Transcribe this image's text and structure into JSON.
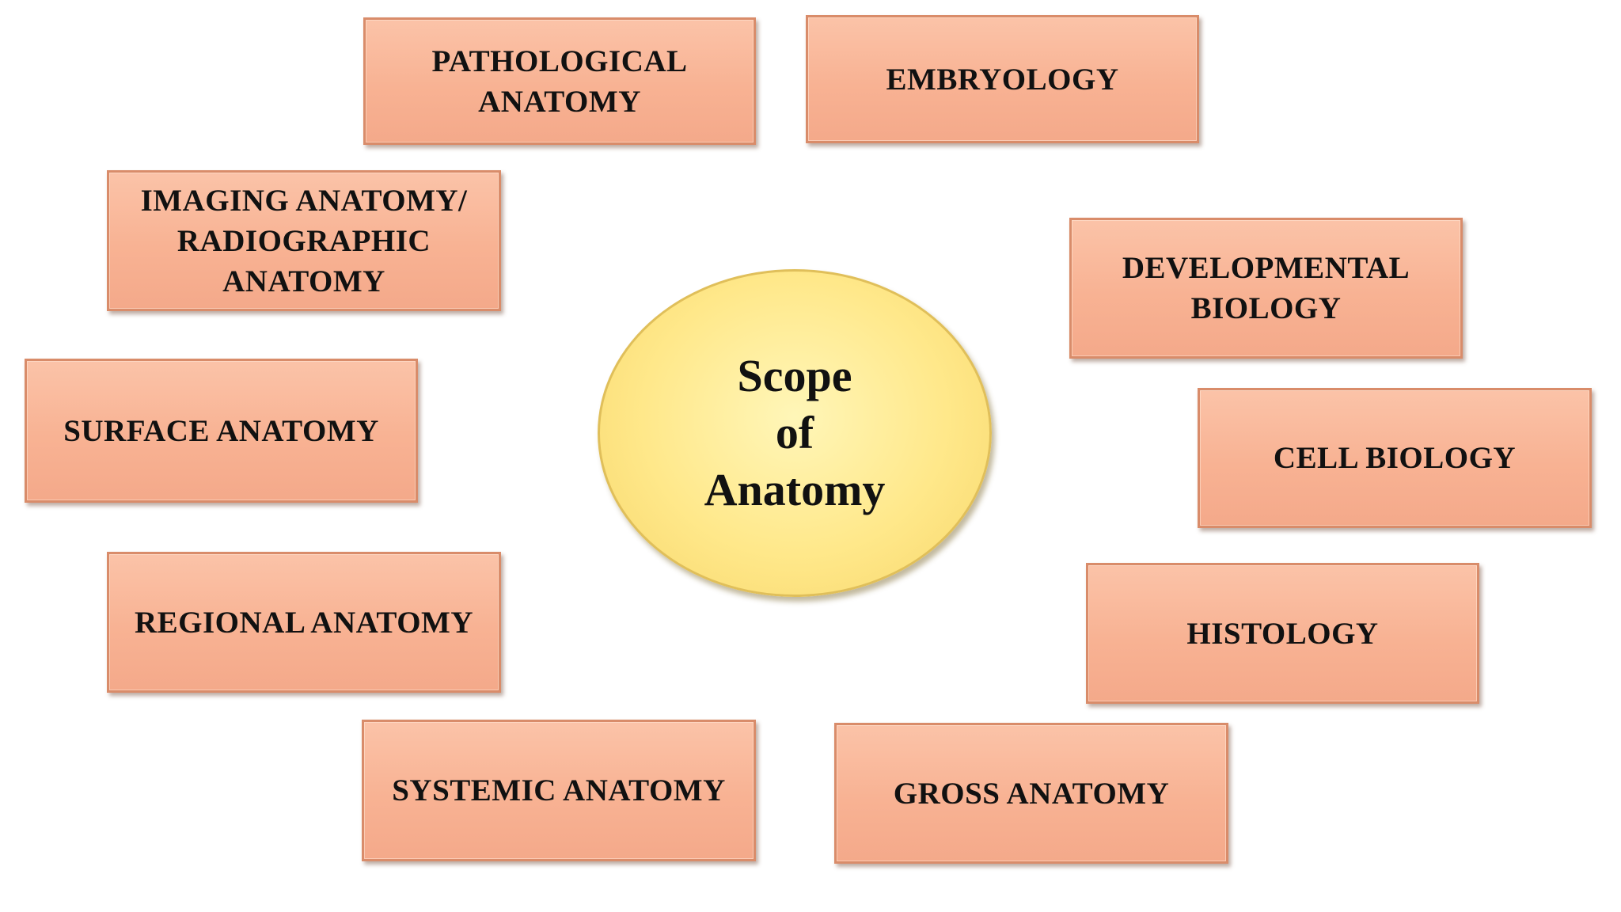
{
  "diagram": {
    "center": {
      "label": "Scope\nof\nAnatomy"
    },
    "nodes": [
      {
        "id": "pathological",
        "label": "PATHOLOGICAL\nANATOMY"
      },
      {
        "id": "embryology",
        "label": "EMBRYOLOGY"
      },
      {
        "id": "imaging",
        "label": "IMAGING ANATOMY/\nRADIOGRAPHIC\nANATOMY"
      },
      {
        "id": "developmental",
        "label": "DEVELOPMENTAL\nBIOLOGY"
      },
      {
        "id": "surface",
        "label": "SURFACE ANATOMY"
      },
      {
        "id": "cell",
        "label": "CELL BIOLOGY"
      },
      {
        "id": "regional",
        "label": "REGIONAL ANATOMY"
      },
      {
        "id": "histology",
        "label": "HISTOLOGY"
      },
      {
        "id": "systemic",
        "label": "SYSTEMIC ANATOMY"
      },
      {
        "id": "gross",
        "label": "GROSS ANATOMY"
      }
    ],
    "colors": {
      "node_fill": "#f8b293",
      "node_border": "#d98c6a",
      "center_fill": "#ffe88a",
      "center_border": "#e0bf5a",
      "text": "#111111"
    }
  }
}
